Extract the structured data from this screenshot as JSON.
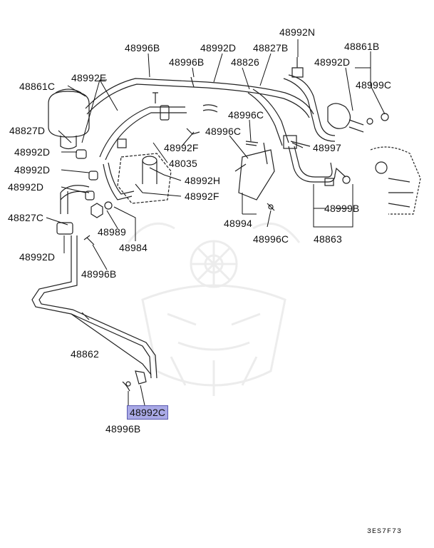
{
  "diagram": {
    "highlighted_part": "48992C",
    "figure_code": "3ES7F73",
    "labels": {
      "l_48992N": "48992N",
      "l_48996B_top": "48996B",
      "l_48992D_top": "48992D",
      "l_48827B": "48827B",
      "l_48861B": "48861B",
      "l_48996B_mid": "48996B",
      "l_48826": "48826",
      "l_48992D_r": "48992D",
      "l_48992E": "48992E",
      "l_48861C": "48861C",
      "l_48999C": "48999C",
      "l_48996C_a": "48996C",
      "l_48827D": "48827D",
      "l_48996C_b": "48996C",
      "l_48992F_a": "48992F",
      "l_48997": "48997",
      "l_48992D_a": "48992D",
      "l_48035": "48035",
      "l_48992D_b": "48992D",
      "l_48992H": "48992H",
      "l_48992D_c": "48992D",
      "l_48992F_b": "48992F",
      "l_48999B": "48999B",
      "l_48827C": "48827C",
      "l_48994": "48994",
      "l_48989": "48989",
      "l_48996C_c": "48996C",
      "l_48863": "48863",
      "l_48984": "48984",
      "l_48992D_d": "48992D",
      "l_48996B_low": "48996B",
      "l_48862": "48862",
      "l_48992C": "48992C",
      "l_48996B_bot": "48996B"
    }
  }
}
